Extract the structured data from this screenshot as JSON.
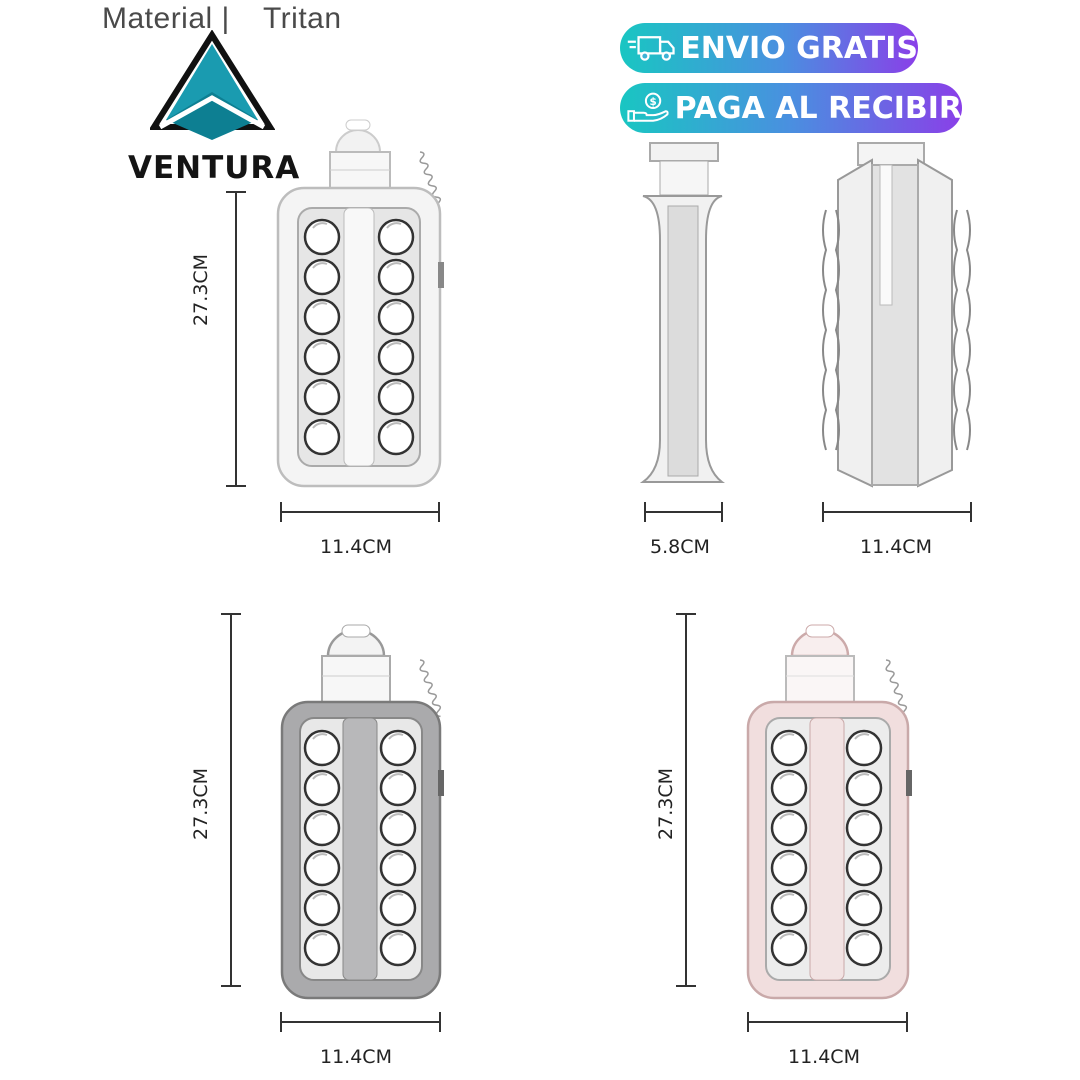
{
  "header": {
    "material_label": "Material |",
    "material_value": "Tritan"
  },
  "brand": {
    "name": "VENTURA",
    "logo": "triangle-mountain-logo"
  },
  "badges": [
    {
      "label": "ENVIO GRATIS",
      "icon": "truck-icon"
    },
    {
      "label": "PAGA AL RECIBIR",
      "icon": "hand-coin-icon"
    }
  ],
  "dimensions": {
    "top_white_height": "27.3CM",
    "top_white_width": "11.4CM",
    "side_depth": "5.8CM",
    "back_width": "11.4CM",
    "grey_height": "27.3CM",
    "grey_width": "11.4CM",
    "pink_height": "27.3CM",
    "pink_width": "11.4CM"
  },
  "colors": {
    "white_bottle": "#f4f4f4",
    "grey_bottle": "#a9a9ab",
    "pink_bottle": "#f0dcdc",
    "brand_teal": "#1a9bb0"
  }
}
